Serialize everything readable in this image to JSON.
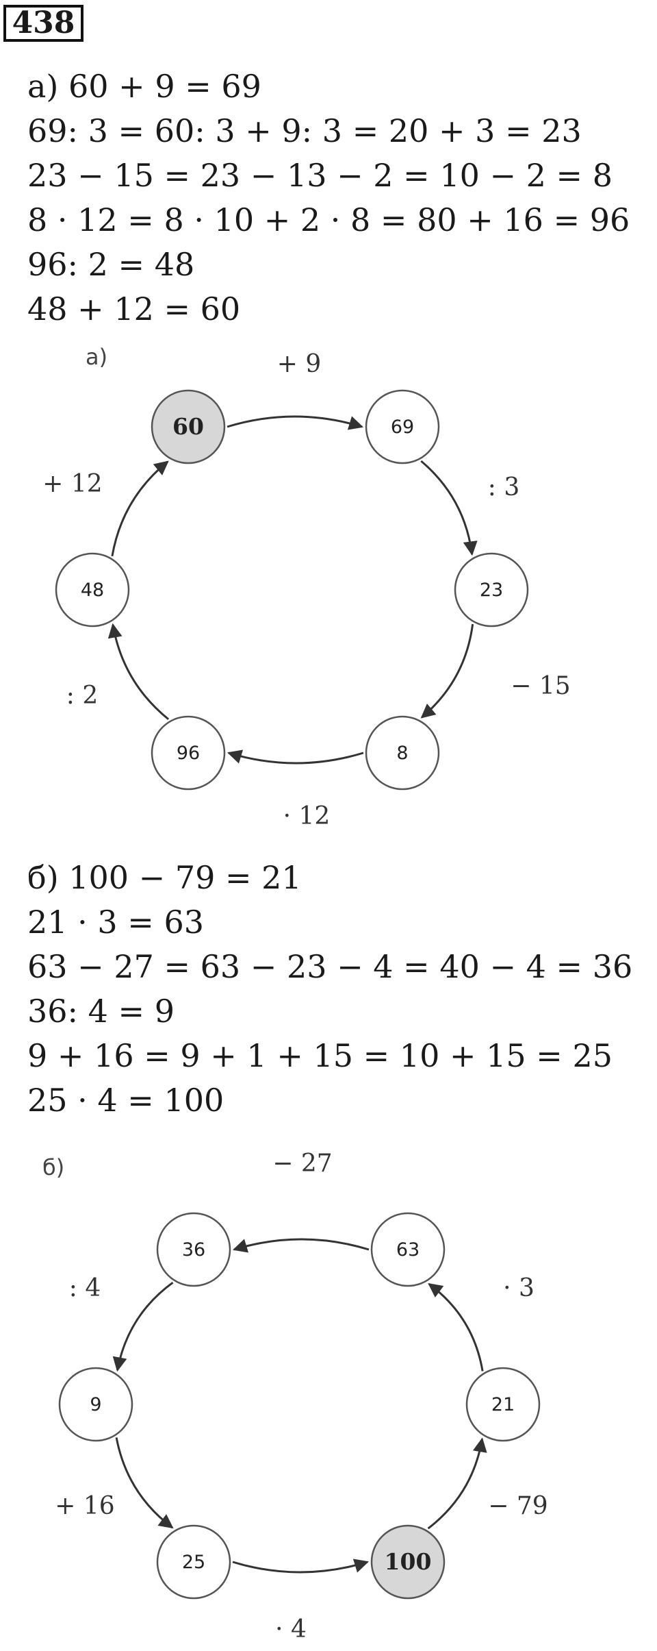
{
  "problem_number": "438",
  "part_a": {
    "lines": [
      "а) 60 + 9 = 69",
      "69: 3 = 60: 3 + 9: 3 = 20 + 3 = 23",
      "23 − 15 = 23 − 13 − 2 = 10 − 2 = 8",
      "8 · 12 = 8 · 10 + 2 · 8 = 80 + 16 = 96",
      "96: 2 = 48",
      "48 + 12 = 60"
    ],
    "diagram": {
      "label": "а)",
      "nodes": [
        "60",
        "69",
        "23",
        "8",
        "96",
        "48"
      ],
      "operations": [
        "+ 9",
        ": 3",
        "− 15",
        "· 12",
        ": 2",
        "+ 12"
      ]
    }
  },
  "part_b": {
    "lines": [
      "б) 100 − 79 = 21",
      "21 · 3 = 63",
      "63 − 27 = 63 − 23 − 4 = 40 − 4 = 36",
      "36: 4 = 9",
      "9 + 16 = 9 + 1 + 15 = 10 + 15 = 25",
      "25 · 4 = 100"
    ],
    "diagram": {
      "label": "б)",
      "nodes": [
        "100",
        "21",
        "63",
        "36",
        "9",
        "25"
      ],
      "operations": [
        "− 79",
        "· 3",
        "− 27",
        ": 4",
        "+ 16",
        "· 4"
      ]
    }
  }
}
